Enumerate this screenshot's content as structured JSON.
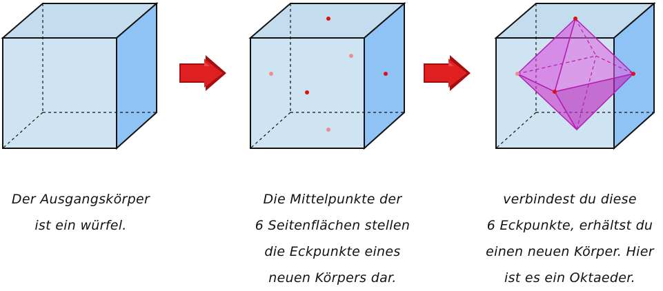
{
  "steps": [
    {
      "caption": [
        "Der Ausgangskörper",
        "ist ein würfel."
      ]
    },
    {
      "caption": [
        "Die Mittelpunkte der",
        "6 Seitenflächen stellen",
        "die Eckpunkte eines",
        "neuen Körpers dar."
      ]
    },
    {
      "caption": [
        "verbindest du diese",
        "6 Eckpunkte, erhältst du",
        "einen neuen Körper. Hier",
        "ist es ein Oktaeder."
      ]
    }
  ],
  "colors": {
    "cube_front": "#cfe4f2",
    "cube_top": "#c3dcee",
    "cube_side": "#8fc3f5",
    "arrow": "#e02020",
    "arrow_dark": "#a30f0f",
    "dot": "#dd1111",
    "dot_hidden": "#f08c8c",
    "octa": "#dd44dd",
    "octa_stroke": "#b21fb2"
  },
  "icons": {
    "arrow": "arrow-right-icon"
  }
}
